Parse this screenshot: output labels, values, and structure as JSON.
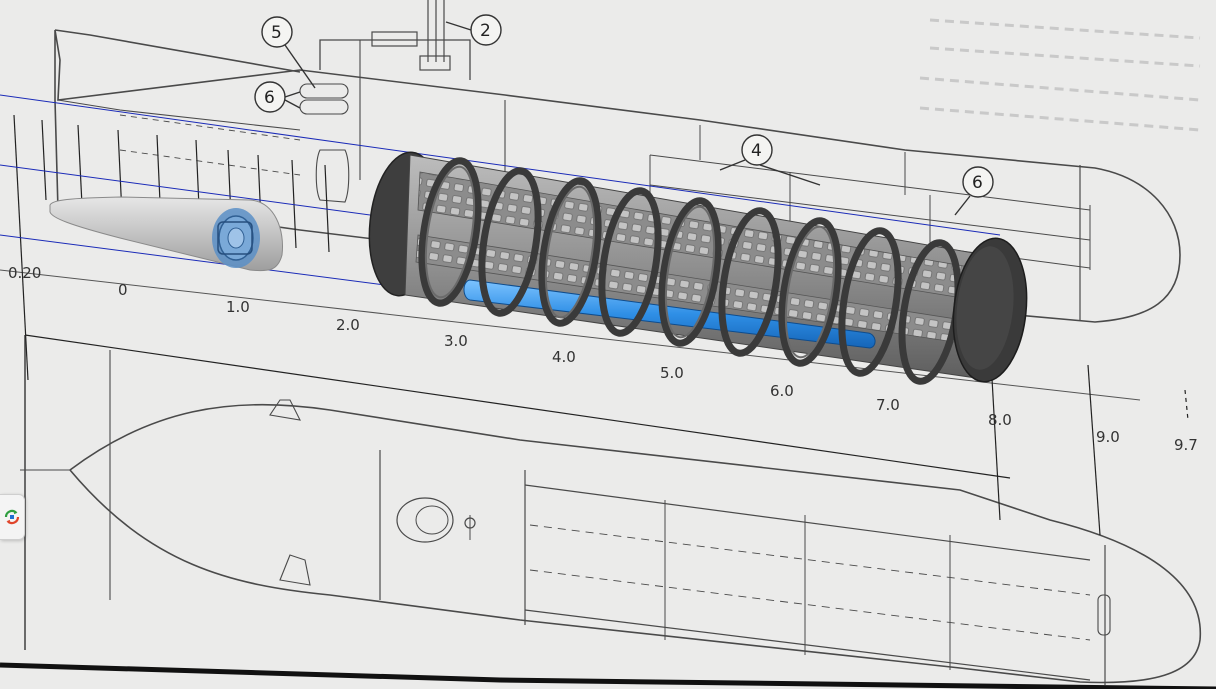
{
  "scale": {
    "ticks": [
      "0.20",
      "0",
      "1.0",
      "2.0",
      "3.0",
      "4.0",
      "5.0",
      "6.0",
      "7.0",
      "8.0",
      "9.0",
      "9.7"
    ]
  },
  "callouts": [
    "2",
    "4",
    "5",
    "6",
    "6"
  ],
  "colors": {
    "paper": "#e9e9e7",
    "ink": "#3a3a3a",
    "guide_lines": "#1b2bb8",
    "cylinder_body": "#9c9c9c",
    "rings": "#4a4a4a",
    "tube": "#2f8fe6",
    "nose": "#c9c9c9"
  },
  "side_tool_icon": "app-switch-icon"
}
